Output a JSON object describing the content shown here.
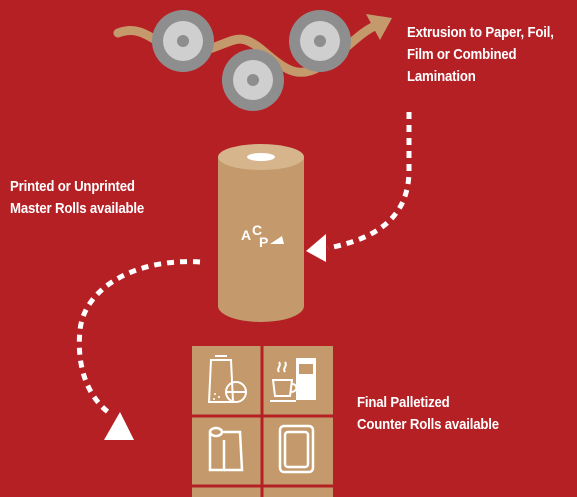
{
  "captions": {
    "extrusion": [
      "Extrusion to Paper, Foil,",
      "Film or Combined",
      "Lamination"
    ],
    "master_rolls": [
      "Printed or Unprinted",
      "Master Rolls available"
    ],
    "counter_rolls": [
      "Final Palletized",
      "Counter Rolls available"
    ]
  },
  "logo_text": "ACP",
  "colors": {
    "background": "#b52025",
    "kraft": "#c49a6c",
    "roller_outer": "#8e8e8e",
    "roller_inner": "#cfcfcf",
    "white": "#ffffff"
  },
  "icons": [
    "wavy-web-arrow-icon",
    "roller-icon",
    "master-roll-icon",
    "food-bag-icon",
    "coffee-cup-icon",
    "paper-towel-roll-icon",
    "pouch-icon"
  ]
}
